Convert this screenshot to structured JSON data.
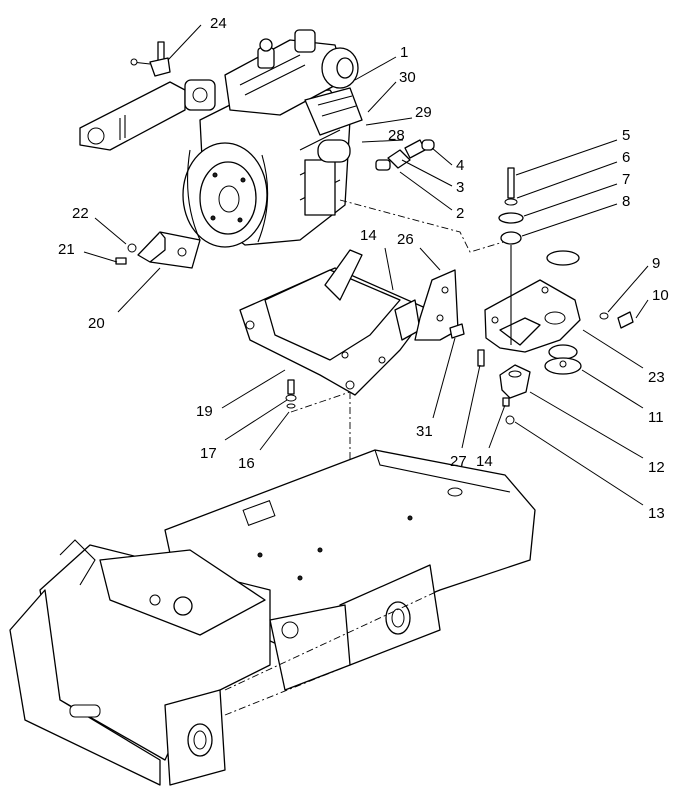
{
  "callouts": [
    {
      "id": "c1",
      "label": "1"
    },
    {
      "id": "c2",
      "label": "2"
    },
    {
      "id": "c3",
      "label": "3"
    },
    {
      "id": "c4",
      "label": "4"
    },
    {
      "id": "c5",
      "label": "5"
    },
    {
      "id": "c6",
      "label": "6"
    },
    {
      "id": "c7",
      "label": "7"
    },
    {
      "id": "c8",
      "label": "8"
    },
    {
      "id": "c9",
      "label": "9"
    },
    {
      "id": "c10",
      "label": "10"
    },
    {
      "id": "c11",
      "label": "11"
    },
    {
      "id": "c12",
      "label": "12"
    },
    {
      "id": "c13",
      "label": "13"
    },
    {
      "id": "c14a",
      "label": "14"
    },
    {
      "id": "c14b",
      "label": "14"
    },
    {
      "id": "c16",
      "label": "16"
    },
    {
      "id": "c17",
      "label": "17"
    },
    {
      "id": "c19",
      "label": "19"
    },
    {
      "id": "c20",
      "label": "20"
    },
    {
      "id": "c21",
      "label": "21"
    },
    {
      "id": "c22",
      "label": "22"
    },
    {
      "id": "c23",
      "label": "23"
    },
    {
      "id": "c24",
      "label": "24"
    },
    {
      "id": "c26",
      "label": "26"
    },
    {
      "id": "c27",
      "label": "27"
    },
    {
      "id": "c28",
      "label": "28"
    },
    {
      "id": "c29",
      "label": "29"
    },
    {
      "id": "c30",
      "label": "30"
    },
    {
      "id": "c31",
      "label": "31"
    }
  ]
}
